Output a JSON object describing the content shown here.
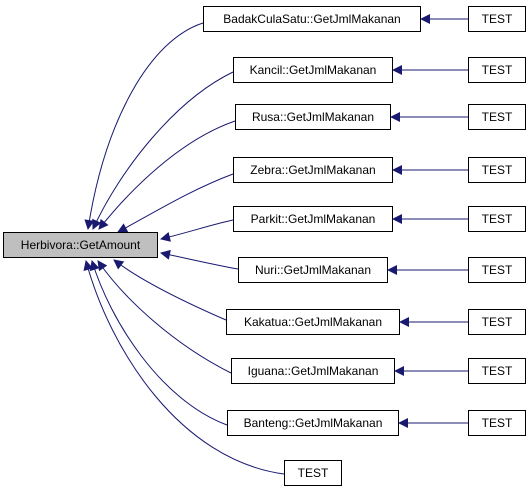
{
  "graph": {
    "root": {
      "label": "Herbivora::GetAmount"
    },
    "callers": [
      {
        "label": "BadakCulaSatu::GetJmlMakanan",
        "test_label": "TEST"
      },
      {
        "label": "Kancil::GetJmlMakanan",
        "test_label": "TEST"
      },
      {
        "label": "Rusa::GetJmlMakanan",
        "test_label": "TEST"
      },
      {
        "label": "Zebra::GetJmlMakanan",
        "test_label": "TEST"
      },
      {
        "label": "Parkit::GetJmlMakanan",
        "test_label": "TEST"
      },
      {
        "label": "Nuri::GetJmlMakanan",
        "test_label": "TEST"
      },
      {
        "label": "Kakatua::GetJmlMakanan",
        "test_label": "TEST"
      },
      {
        "label": "Iguana::GetJmlMakanan",
        "test_label": "TEST"
      },
      {
        "label": "Banteng::GetJmlMakanan",
        "test_label": "TEST"
      }
    ],
    "direct_test": {
      "label": "TEST"
    },
    "colors": {
      "edge": "#191970",
      "root_fill": "#bfbfbf",
      "node_border": "#000000"
    }
  }
}
